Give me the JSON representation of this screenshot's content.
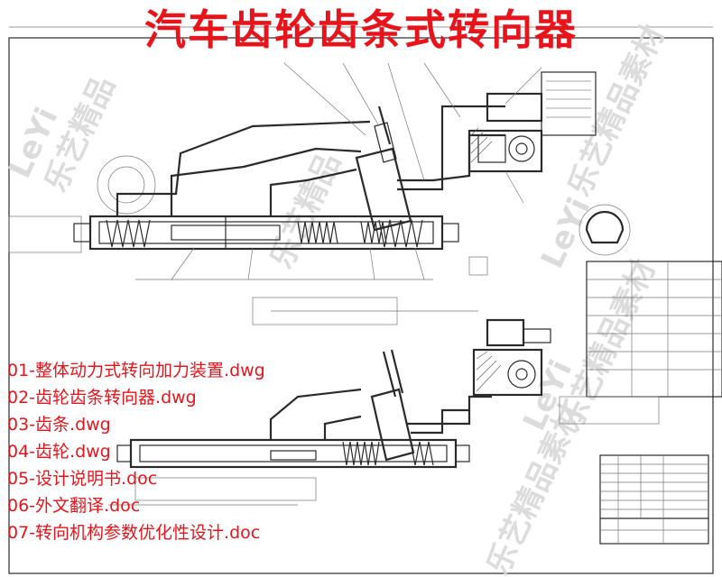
{
  "title": "汽车齿轮齿条式转向器",
  "files": [
    "01-整体动力式转向加力装置.dwg",
    "02-齿轮齿条转向器.dwg",
    "03-齿条.dwg",
    "04-齿轮.dwg",
    "05-设计说明书.doc",
    "06-外文翻译.doc",
    "07-转向机构参数优化性设计.doc"
  ],
  "watermark": {
    "latin": "LeYi",
    "cjk": "乐艺精品素材",
    "color": "#d9d9d9"
  },
  "colors": {
    "title": "#e8141b",
    "line": "#2a2a2a"
  }
}
